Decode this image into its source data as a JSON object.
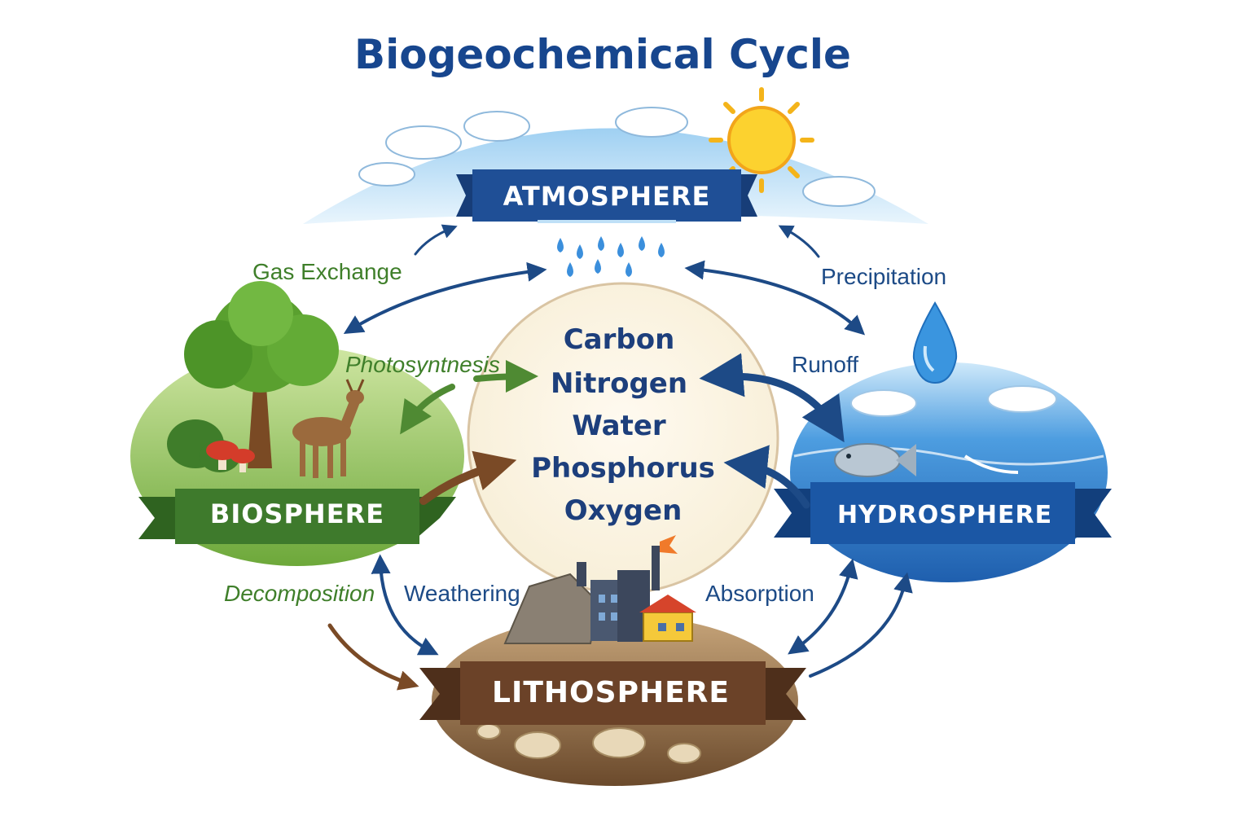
{
  "title": "Biogeochemical Cycle",
  "spheres": {
    "atmosphere": "ATMOSPHERE",
    "biosphere": "BIOSPHERE",
    "hydrosphere": "HYDROSPHERE",
    "lithosphere": "LITHOSPHERE"
  },
  "elements": [
    "Carbon",
    "Nitrogen",
    "Water",
    "Phosphorus",
    "Oxygen"
  ],
  "processes": {
    "gas_exchange": "Gas Exchange",
    "precipitation": "Precipitation",
    "photosynthesis": "Photosyntnesis",
    "runoff": "Runoff",
    "decomposition": "Decomposition",
    "weathering": "Weathering",
    "absorption": "Absorption"
  },
  "colors": {
    "title": "#17468e",
    "atmosphere_banner": "#1f4f96",
    "biosphere_banner": "#3e7a2c",
    "hydrosphere_banner": "#1b57a5",
    "lithosphere_banner": "#6b4228",
    "arrow_blue": "#1d4a86",
    "arrow_green": "#4f8a33",
    "arrow_brown": "#7a4a26",
    "center_fill": "#fbf5e4"
  },
  "icons": [
    "sun-icon",
    "cloud-icon",
    "rain-drop-icon",
    "water-drop-icon",
    "tree-icon",
    "deer-icon",
    "mushroom-icon",
    "fish-icon",
    "factory-icon",
    "house-icon",
    "rock-icon"
  ]
}
